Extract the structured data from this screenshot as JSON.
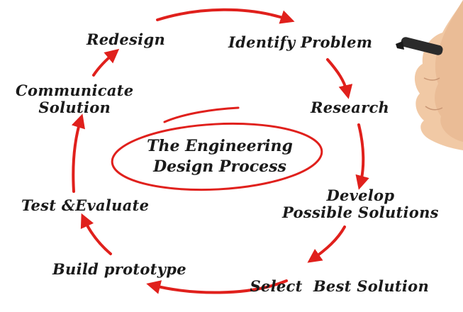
{
  "diagram": {
    "center_title": [
      "The Engineering",
      "Design Process"
    ],
    "steps": [
      {
        "id": "identify",
        "lines": [
          "Identify Problem"
        ]
      },
      {
        "id": "research",
        "lines": [
          "Research"
        ]
      },
      {
        "id": "develop",
        "lines": [
          "Develop",
          "Possible Solutions"
        ]
      },
      {
        "id": "select",
        "lines": [
          "Select  Best Solution"
        ]
      },
      {
        "id": "build",
        "lines": [
          "Build prototype"
        ]
      },
      {
        "id": "test",
        "lines": [
          "Test &Evaluate"
        ]
      },
      {
        "id": "communicate",
        "lines": [
          "Communicate",
          "Solution"
        ]
      },
      {
        "id": "redesign",
        "lines": [
          "Redesign"
        ]
      }
    ],
    "colors": {
      "arrow": "#e0201c",
      "text": "#1a1a1a",
      "skin": "#f1c9a5",
      "marker": "#2b2b2b"
    }
  }
}
